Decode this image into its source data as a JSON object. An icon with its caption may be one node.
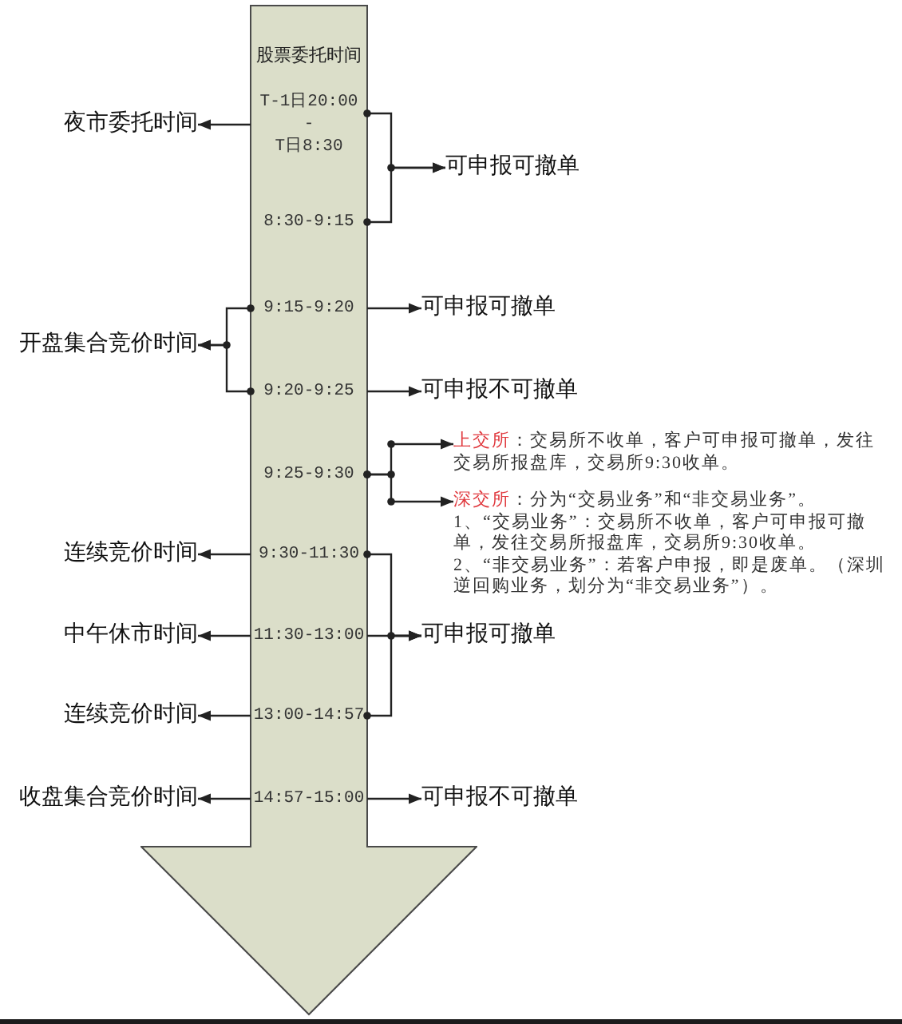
{
  "diagram": {
    "nodes": [
      {
        "text": [
          "股票委托时间"
        ]
      },
      {
        "text": [
          "T-1日20:00 - T日8:30"
        ],
        "in": 0
      },
      {
        "text": [
          "夜市委托时间"
        ]
      },
      {
        "text": [
          "可申报可撤单"
        ]
      },
      {
        "text": [
          "8:30-9:15"
        ],
        "in": 0
      },
      {
        "text": [
          "9:15-9:20"
        ],
        "in": 0
      },
      {
        "text": [
          "可申报可撤单"
        ]
      },
      {
        "text": [
          "开盘集合竞价时间"
        ]
      },
      {
        "text": [
          "9:20-9:25"
        ],
        "in": 0
      },
      {
        "text": [
          "可申报不可撤单"
        ]
      },
      {
        "text": [
          "**上交所**：交易所不收单，客户可申报可撤单，发往交易所报盘库，交易所9:30收单。"
        ]
      },
      {
        "text": [
          "9:25-9:30"
        ],
        "in": 0
      },
      {
        "text": [
          "**深交所**：分为“交易业务”和“非交易业务”。",
          "1、“交易业务”：交易所不收单，客户可申报可撤单，发往交易所报盘库，交易所9:30收单。",
          "2、“非交易业务”：若客户申报，即是废单。（深圳逆回购业务，划分为“非交易业务”）。"
        ]
      },
      {
        "text": [
          "连续竞价时间"
        ]
      },
      {
        "text": [
          "9:30-11:30"
        ],
        "in": 0
      },
      {
        "text": [
          "中午休市时间"
        ]
      },
      {
        "text": [
          "11:30-13:00"
        ],
        "in": 0
      },
      {
        "text": [
          "可申报可撤单"
        ]
      },
      {
        "text": [
          "连续竞价时间"
        ]
      },
      {
        "text": [
          "13:00-14:57"
        ],
        "in": 0
      },
      {
        "text": [
          "收盘集合竞价时间"
        ]
      },
      {
        "text": [
          "14:57-15:00"
        ],
        "in": 0
      },
      {
        "text": [
          "可申报不可撤单"
        ]
      }
    ],
    "edges": [
      {
        "from": 1,
        "to": 2,
        "arrow": "to"
      },
      {
        "from": 1,
        "to": 3,
        "arrow": "to"
      },
      {
        "from": 4,
        "to": 3,
        "arrow": "to"
      },
      {
        "from": 5,
        "to": 6,
        "arrow": "to"
      },
      {
        "from": 5,
        "to": 7,
        "arrow": "to"
      },
      {
        "from": 8,
        "to": 7,
        "arrow": "to"
      },
      {
        "from": 8,
        "to": 9,
        "arrow": "to"
      },
      {
        "from": 11,
        "to": 10,
        "arrow": "to"
      },
      {
        "from": 11,
        "to": 12,
        "arrow": "to"
      },
      {
        "from": 14,
        "to": 13,
        "arrow": "to"
      },
      {
        "from": 14,
        "to": 17,
        "arrow": "to"
      },
      {
        "from": 16,
        "to": 15,
        "arrow": "to"
      },
      {
        "from": 16,
        "to": 17,
        "arrow": "to"
      },
      {
        "from": 19,
        "to": 18,
        "arrow": "to"
      },
      {
        "from": 19,
        "to": 17,
        "arrow": "to"
      },
      {
        "from": 21,
        "to": 20,
        "arrow": "to"
      },
      {
        "from": 21,
        "to": 22,
        "arrow": "to"
      }
    ]
  }
}
